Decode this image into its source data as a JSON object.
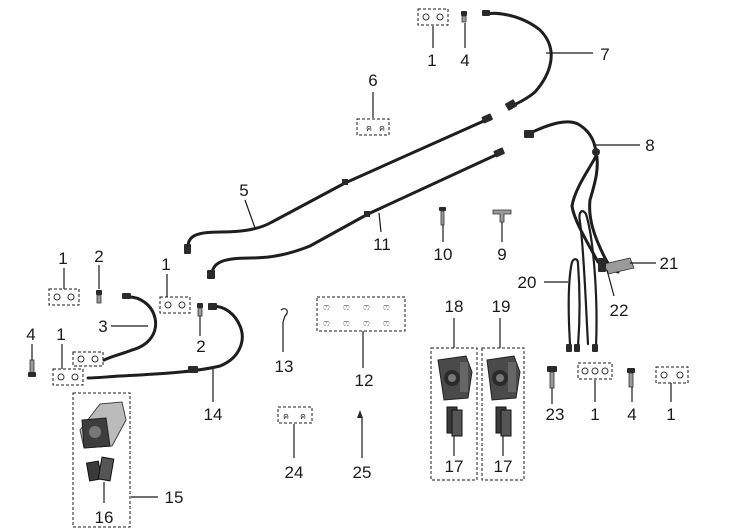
{
  "parts": [
    {
      "id": "washer-set-top",
      "label": "1"
    },
    {
      "id": "bolt-top",
      "label": "4"
    },
    {
      "id": "hose-7",
      "label": "7"
    },
    {
      "id": "clip-set-6",
      "label": "6"
    },
    {
      "id": "hose-8",
      "label": "8"
    },
    {
      "id": "hose-5",
      "label": "5"
    },
    {
      "id": "hose-11",
      "label": "11"
    },
    {
      "id": "bolt-10",
      "label": "10"
    },
    {
      "id": "tee-9",
      "label": "9"
    },
    {
      "id": "washer-set-left",
      "label": "1"
    },
    {
      "id": "bolt-left-2",
      "label": "2"
    },
    {
      "id": "washer-set-mid",
      "label": "1"
    },
    {
      "id": "hose-3",
      "label": "3"
    },
    {
      "id": "bolt-mid-2",
      "label": "2"
    },
    {
      "id": "bolt-left-4",
      "label": "4"
    },
    {
      "id": "washer-set-low",
      "label": "1"
    },
    {
      "id": "hose-14",
      "label": "14"
    },
    {
      "id": "clip-13",
      "label": "13"
    },
    {
      "id": "clip-set-12",
      "label": "12"
    },
    {
      "id": "caliper-18",
      "label": "18"
    },
    {
      "id": "caliper-19",
      "label": "19"
    },
    {
      "id": "pads-17a",
      "label": "17"
    },
    {
      "id": "pads-17b",
      "label": "17"
    },
    {
      "id": "hose-20",
      "label": "20"
    },
    {
      "id": "bracket-21",
      "label": "21"
    },
    {
      "id": "joint-22",
      "label": "22"
    },
    {
      "id": "bolt-23",
      "label": "23"
    },
    {
      "id": "washer-set-right-a",
      "label": "1"
    },
    {
      "id": "bolt-right-4",
      "label": "4"
    },
    {
      "id": "washer-set-right-b",
      "label": "1"
    },
    {
      "id": "clip-set-24",
      "label": "24"
    },
    {
      "id": "clip-25",
      "label": "25"
    },
    {
      "id": "caliper-assy-15",
      "label": "15"
    },
    {
      "id": "pads-16",
      "label": "16"
    }
  ]
}
